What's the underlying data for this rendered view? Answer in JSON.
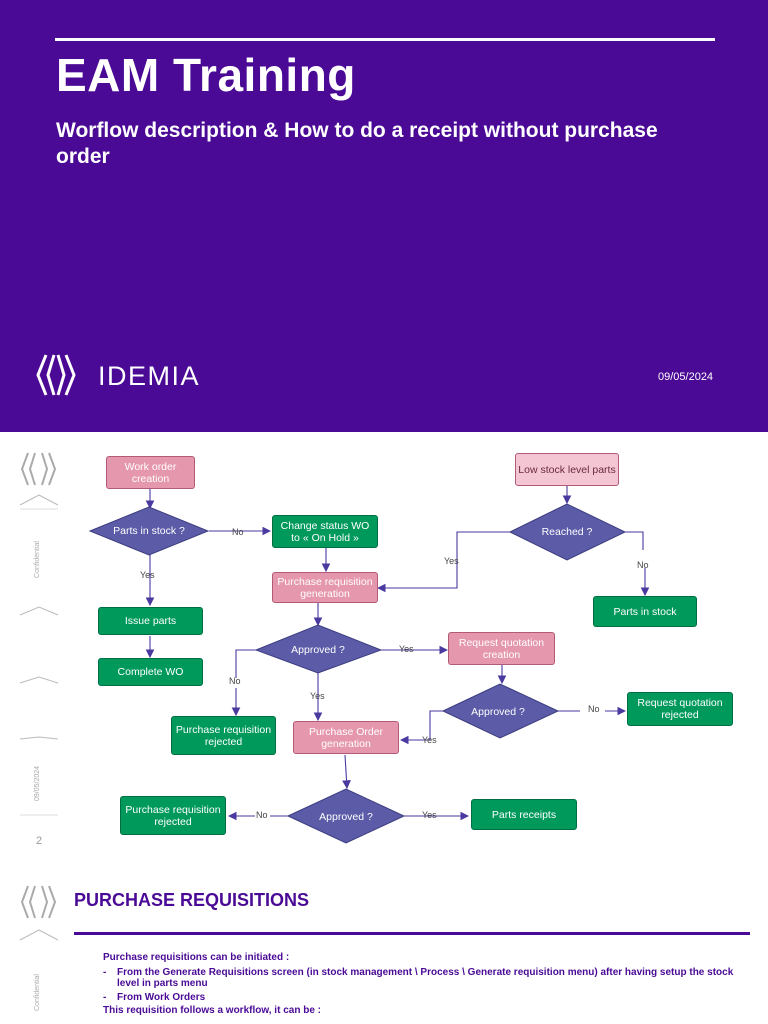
{
  "slide1": {
    "title": "EAM Training",
    "subtitle": "Worflow description  & How to do a receipt without purchase order",
    "brand": "IDEMIA",
    "date": "09/05/2024"
  },
  "slide2": {
    "side_confidential": "Confidential",
    "side_date": "09/05/2024",
    "page_number": "2",
    "nodes": {
      "work_order_creation": "Work order creation",
      "parts_in_stock_q": "Parts in stock ?",
      "change_status": "Change status WO to « On Hold »",
      "pr_generation": "Purchase requisition generation",
      "low_stock": "Low stock level parts",
      "reached_q": "Reached ?",
      "parts_in_stock": "Parts in stock",
      "issue_parts": "Issue parts",
      "complete_wo": "Complete WO",
      "approved_q1": "Approved ?",
      "request_quotation_creation": "Request quotation creation",
      "pr_rejected_1": "Purchase requisition rejected",
      "po_generation": "Purchase Order generation",
      "approved_q2": "Approved ?",
      "rq_rejected": "Request quotation rejected",
      "pr_rejected_2": "Purchase requisition rejected",
      "approved_q3": "Approved ?",
      "parts_receipts": "Parts receipts"
    },
    "labels": {
      "no_1": "No",
      "yes_1": "Yes",
      "yes_2": "Yes",
      "no_2": "No",
      "no_3": "No",
      "yes_3": "Yes",
      "yes_4": "Yes",
      "no_4": "No",
      "yes_5": "Yes",
      "no_5": "No",
      "yes_6": "Yes"
    }
  },
  "slide3": {
    "title": "PURCHASE REQUISITIONS",
    "side_confidential": "Confidential",
    "intro": "Purchase requisitions can be initiated :",
    "bullets": [
      "From the Generate Requisitions screen (in stock management \\ Process \\ Generate requisition menu) after having setup the stock level in parts menu",
      "From Work Orders"
    ],
    "outro": "This requisition follows a workflow, it can be :"
  },
  "colors": {
    "purple": "#4a0a96",
    "pink": "#e597ad",
    "green": "#00995c",
    "diamond": "#5b5ba8"
  }
}
